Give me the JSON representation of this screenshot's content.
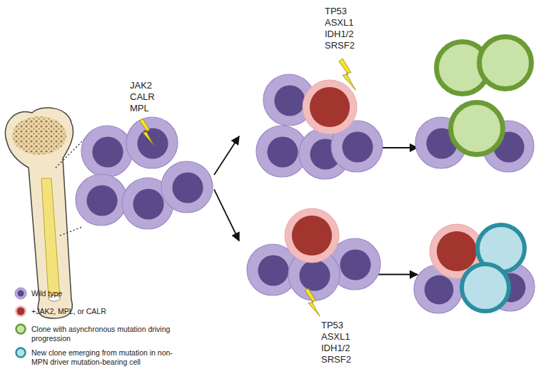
{
  "diagram": {
    "nodes": [
      {
        "text": [
          "JAK2 CALR MPL"
        ]
      },
      {
        "text": [
          "TP53 ASXL1 IDH1/2 SRSF2"
        ]
      },
      {
        "text": [
          "TP53 ASXL1 IDH1/2 SRSF2"
        ]
      },
      {
        "text": []
      },
      {
        "text": []
      }
    ],
    "edges": [
      {
        "from": 0,
        "to": 1,
        "arrow": "to"
      },
      {
        "from": 0,
        "to": 2,
        "arrow": "to"
      },
      {
        "from": 1,
        "to": 3,
        "arrow": "to"
      },
      {
        "from": 2,
        "to": 4,
        "arrow": "to"
      }
    ],
    "legend": [
      {
        "text": "Wild type",
        "color": "#b7a8d8"
      },
      {
        "text": "+JAK2, MPL, or CALR",
        "color": "#f2bcbc"
      },
      {
        "text": "Clone with asynchronous mutation driving progression",
        "color": "#c8e2a8"
      },
      {
        "text": "New clone emerging from mutation in non-MPN driver mutation-bearing cell",
        "color": "#b9dfe9"
      }
    ]
  }
}
